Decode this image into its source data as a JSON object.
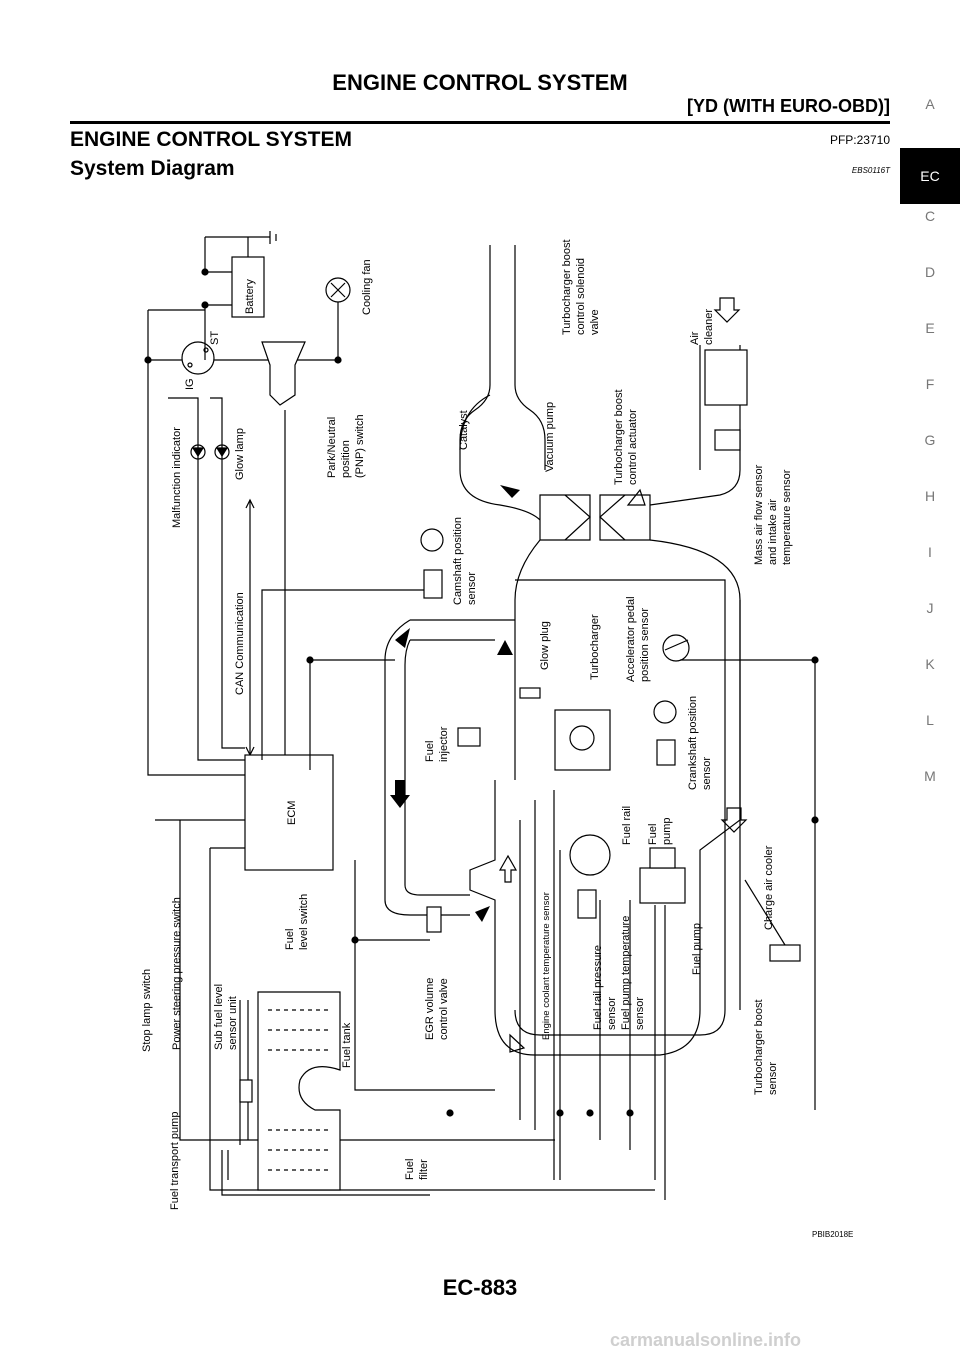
{
  "header": {
    "title": "ENGINE CONTROL SYSTEM",
    "subtitle": "[YD (WITH EURO-OBD)]"
  },
  "section": {
    "title": "ENGINE CONTROL SYSTEM",
    "code": "PFP:23710"
  },
  "subsection": {
    "title": "System Diagram",
    "code": "EBS0116T"
  },
  "side_tabs": [
    "A",
    "EC",
    "C",
    "D",
    "E",
    "F",
    "G",
    "H",
    "I",
    "J",
    "K",
    "L",
    "M"
  ],
  "active_tab": "EC",
  "diagram": {
    "labels": {
      "battery": "Battery",
      "cooling_fan": "Cooling fan",
      "ig": "IG",
      "st": "ST",
      "malfunction_indicator": "Malfunction indicator",
      "glow_lamp": "Glow lamp",
      "park_neutral_1": "Park/Neutral",
      "park_neutral_2": "position",
      "park_neutral_3": "(PNP) switch",
      "catalyst": "Catalyst",
      "vacuum_pump": "Vacuum pump",
      "tb_solenoid_1": "Turbocharger boost",
      "tb_solenoid_2": "control solenoid",
      "tb_solenoid_3": "valve",
      "tb_actuator_1": "Turbocharger boost",
      "tb_actuator_2": "control actuator",
      "air_cleaner_1": "Air",
      "air_cleaner_2": "cleaner",
      "maf_1": "Mass air flow sensor",
      "maf_2": "and intake air",
      "maf_3": "temperature sensor",
      "can": "CAN Communication",
      "camshaft_1": "Camshaft position",
      "camshaft_2": "sensor",
      "turbocharger": "Turbocharger",
      "glow_plug": "Glow plug",
      "accel_1": "Accelerator pedal",
      "accel_2": "position sensor",
      "fuel_injector_1": "Fuel",
      "fuel_injector_2": "injector",
      "crankshaft_1": "Crankshaft position",
      "crankshaft_2": "sensor",
      "ecm": "ECM",
      "fuel_rail": "Fuel rail",
      "fuel_pump_top_1": "Fuel",
      "fuel_pump_top_2": "pump",
      "charge_air_cooler": "Charge air cooler",
      "engine_coolant_temp": "Engine coolant temperature sensor",
      "fuel_level_switch_1": "Fuel",
      "fuel_level_switch_2": "level switch",
      "stop_lamp": "Stop lamp switch",
      "ps_pressure": "Power steering pressure switch",
      "sub_fuel_1": "Sub fuel level",
      "sub_fuel_2": "sensor unit",
      "fuel_tank": "Fuel tank",
      "egr_1": "EGR volume",
      "egr_2": "control valve",
      "fuel_rail_pressure_1": "Fuel rail pressure",
      "fuel_rail_pressure_2": "sensor",
      "fuel_pump_temp_1": "Fuel pump temperature",
      "fuel_pump_temp_2": "sensor",
      "fuel_pump_bottom": "Fuel pump",
      "tb_boost_sensor_1": "Turbocharger boost",
      "tb_boost_sensor_2": "sensor",
      "fuel_transport": "Fuel transport pump",
      "fuel_filter_1": "Fuel",
      "fuel_filter_2": "filter"
    },
    "figure_code": "PBIB2018E"
  },
  "page_number": "EC-883",
  "footer_watermark": "carmanualsonline.info"
}
